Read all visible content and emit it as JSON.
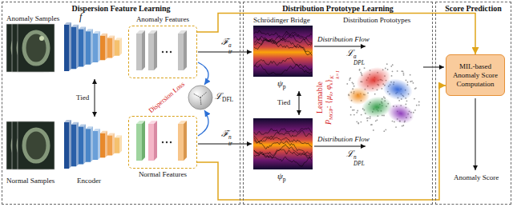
{
  "diagram": {
    "nodes": [
      {
        "text": [
          "Dispersion Feature Learning"
        ]
      },
      {
        "text": [
          "Anomaly Features"
        ],
        "in": 0
      },
      {
        "text": [
          "Normal Features"
        ],
        "in": 0
      },
      {
        "text": [
          "Distribution Prototype Learning"
        ]
      },
      {
        "text": [
          "Score Prediction"
        ]
      },
      {
        "text": [
          "MIL-based Anomaly Score Computation"
        ],
        "in": 4
      }
    ],
    "edges": [
      {
        "from": 1,
        "to": 5,
        "arrow": "to"
      },
      {
        "from": 2,
        "to": 5,
        "arrow": "to"
      }
    ],
    "labels": [
      "Anomaly Samples",
      "f",
      "Tied",
      "Encoder",
      "Normal Samples",
      "Dispersion Loss",
      "ℒ",
      "DFL",
      "ℱ",
      "tr",
      "a",
      "ℱ",
      "tr",
      "n",
      "Schrödinger Bridge",
      "Distribution Prototypes",
      "Distribution Flow",
      "ψ",
      "p",
      "Tied",
      "ψ",
      "p",
      "Distribution Flow",
      "ℒ",
      "DPL",
      "a",
      "ℒ",
      "DPL",
      "n",
      "Learnable",
      "P",
      "MGP",
      ": {",
      "μ",
      "k",
      ", ",
      "φ",
      "k",
      "}",
      "K",
      "k=1",
      "Anomaly Score"
    ]
  }
}
